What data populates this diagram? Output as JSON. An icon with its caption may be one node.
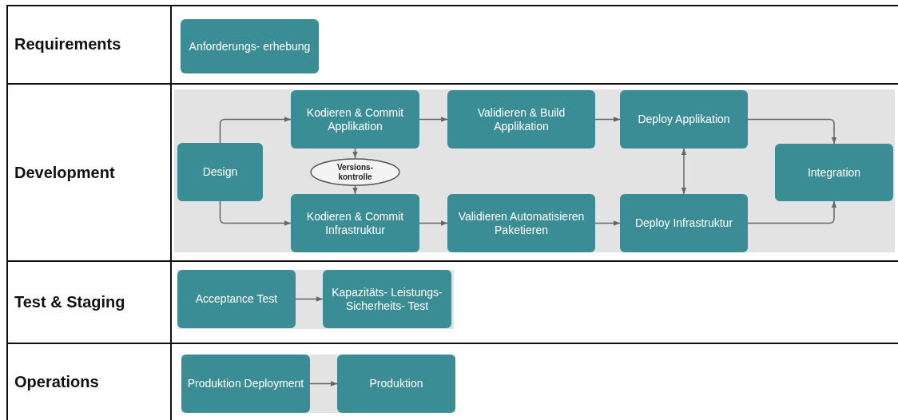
{
  "diagram": {
    "nodes": [
      {
        "text": [
          "Anforderungs- erhebung"
        ]
      },
      {
        "text": [
          "Design"
        ]
      },
      {
        "text": [
          "Kodieren & Commit Applikation"
        ]
      },
      {
        "text": [
          "Versions- kontrolle"
        ]
      },
      {
        "text": [
          "Kodieren & Commit Infrastruktur"
        ]
      },
      {
        "text": [
          "Validieren & Build Applikation"
        ]
      },
      {
        "text": [
          "Validieren Automatisieren Paketieren"
        ]
      },
      {
        "text": [
          "Deploy Applikation"
        ]
      },
      {
        "text": [
          "Deploy Infrastruktur"
        ]
      },
      {
        "text": [
          "Integration"
        ]
      },
      {
        "text": [
          "Acceptance Test"
        ]
      },
      {
        "text": [
          "Kapazitäts- Leistungs- Sicherheits- Test"
        ]
      },
      {
        "text": [
          "Produktion Deployment"
        ]
      },
      {
        "text": [
          "Produktion"
        ]
      }
    ],
    "edges": [
      {
        "from": 1,
        "to": 2,
        "arrow": "to"
      },
      {
        "from": 1,
        "to": 4,
        "arrow": "to"
      },
      {
        "from": 2,
        "to": 3,
        "arrow": "to"
      },
      {
        "from": 3,
        "to": 4,
        "arrow": "to"
      },
      {
        "from": 2,
        "to": 5,
        "arrow": "to"
      },
      {
        "from": 4,
        "to": 6,
        "arrow": "to"
      },
      {
        "from": 5,
        "to": 7,
        "arrow": "to"
      },
      {
        "from": 6,
        "to": 8,
        "arrow": "to"
      },
      {
        "from": 7,
        "to": 8,
        "arrow": "both"
      },
      {
        "from": 7,
        "to": 9,
        "arrow": "to"
      },
      {
        "from": 8,
        "to": 9,
        "arrow": "to"
      },
      {
        "from": 10,
        "to": 11,
        "arrow": "to"
      },
      {
        "from": 12,
        "to": 13,
        "arrow": "to"
      }
    ],
    "labels": [
      "Requirements",
      "Development",
      "Test & Staging",
      "Operations"
    ]
  }
}
